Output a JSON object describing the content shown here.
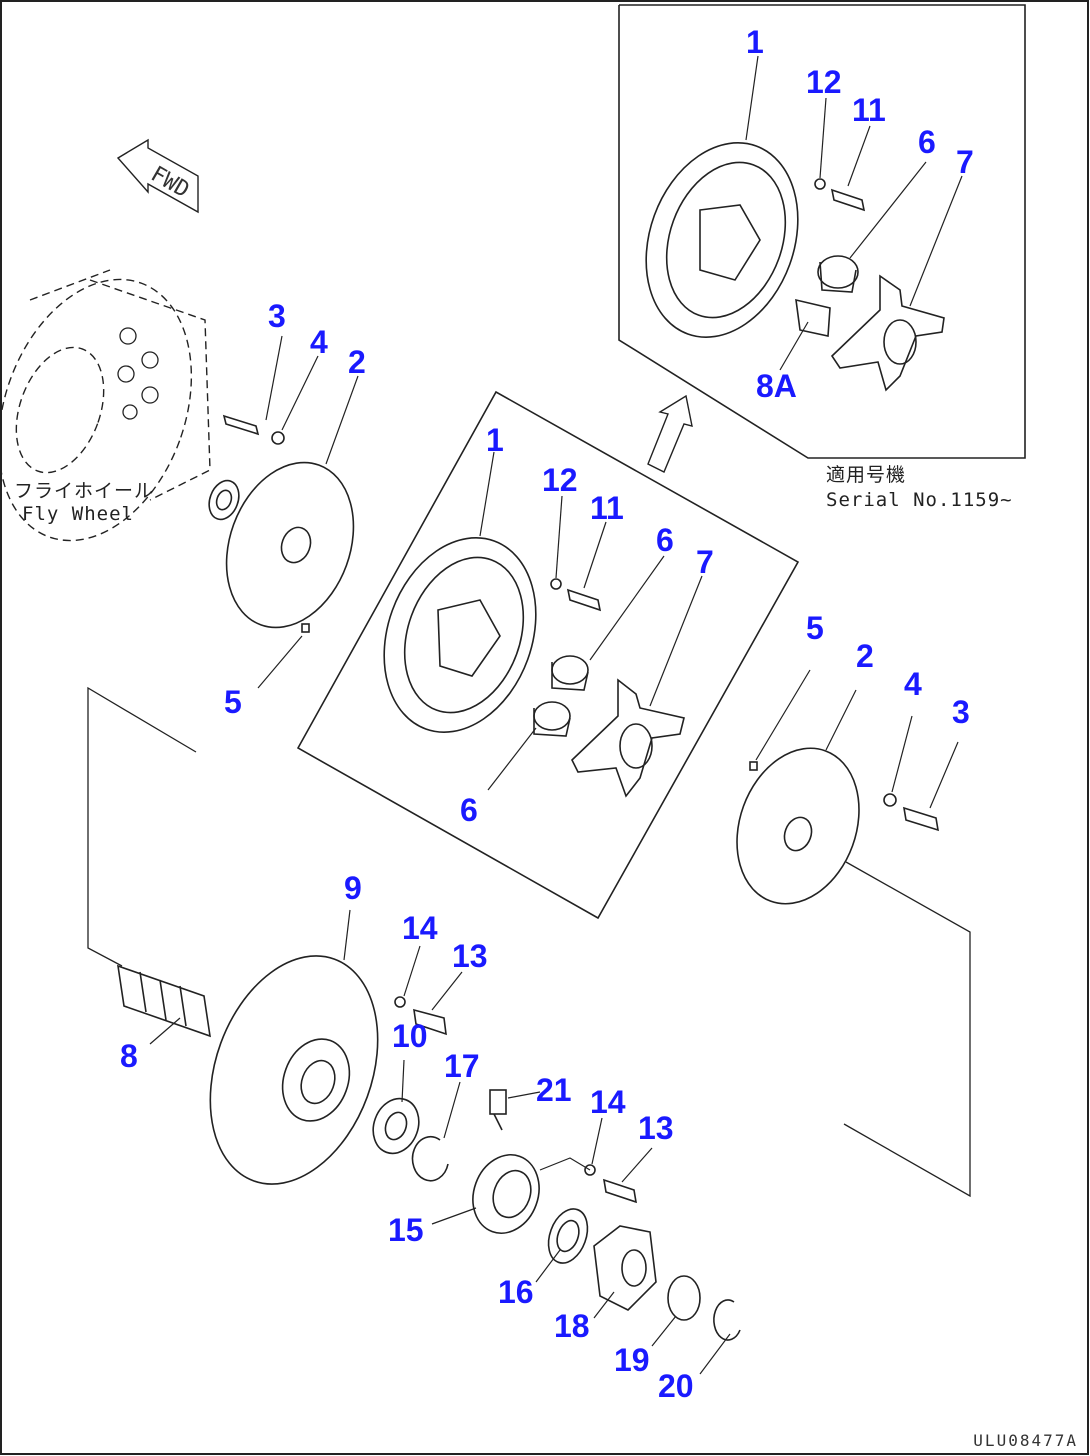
{
  "diagram": {
    "fwd_mark": "FWD",
    "flywheel_label_jp": "フライホイール",
    "flywheel_label_en": "Fly Wheel",
    "serial_label_jp": "適用号機",
    "serial_label_en": "Serial No.1159~",
    "drawing_id": "ULU08477A",
    "callouts": {
      "detail_1": "1",
      "detail_12": "12",
      "detail_11": "11",
      "detail_6": "6",
      "detail_7": "7",
      "detail_8a": "8A",
      "left_3": "3",
      "left_4": "4",
      "left_2": "2",
      "left_5": "5",
      "mid_1": "1",
      "mid_12": "12",
      "mid_11": "11",
      "mid_6a": "6",
      "mid_7": "7",
      "mid_6b": "6",
      "right_5": "5",
      "right_2": "2",
      "right_4": "4",
      "right_3": "3",
      "low_9": "9",
      "low_14a": "14",
      "low_13a": "13",
      "low_8": "8",
      "low_10": "10",
      "low_17": "17",
      "low_21": "21",
      "low_14b": "14",
      "low_13b": "13",
      "low_15": "15",
      "low_16": "16",
      "low_18": "18",
      "low_19": "19",
      "low_20": "20"
    }
  }
}
